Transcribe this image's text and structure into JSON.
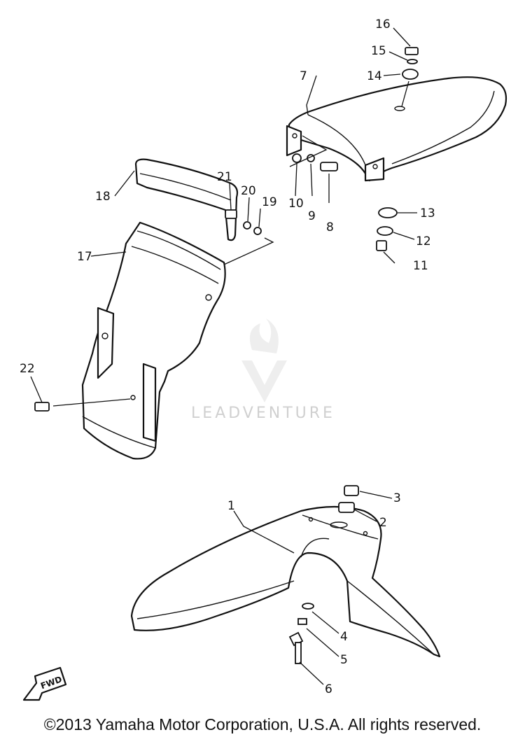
{
  "diagram": {
    "callouts": [
      "1",
      "2",
      "3",
      "4",
      "5",
      "6",
      "7",
      "8",
      "9",
      "10",
      "11",
      "12",
      "13",
      "14",
      "15",
      "16",
      "17",
      "18",
      "19",
      "20",
      "21",
      "22"
    ],
    "direction_label": "FWD",
    "watermark": "LEADVENTURE",
    "copyright": "©2013 Yamaha Motor Corporation, U.S.A. All rights reserved."
  }
}
